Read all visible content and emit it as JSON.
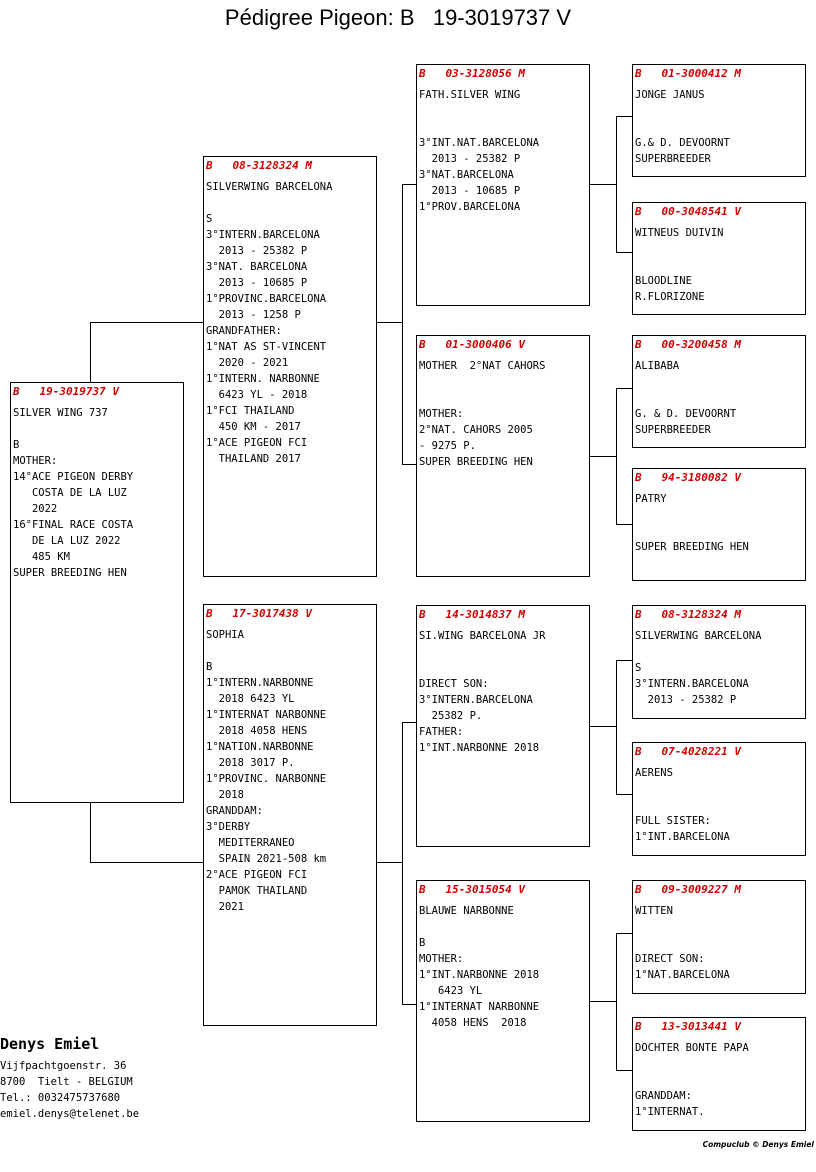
{
  "title": "Pédigree Pigeon: B   19-3019737 V",
  "boxes": {
    "subject": {
      "header": "B   19-3019737 V",
      "body": "SILVER WING 737\n\nB\nMOTHER:\n14°ACE PIGEON DERBY\n   COSTA DE LA LUZ\n   2022\n16°FINAL RACE COSTA\n   DE LA LUZ 2022\n   485 KM\nSUPER BREEDING HEN"
    },
    "sire": {
      "header": "B   08-3128324 M",
      "body": "SILVERWING BARCELONA\n\nS\n3°INTERN.BARCELONA\n  2013 - 25382 P\n3°NAT. BARCELONA\n  2013 - 10685 P\n1°PROVINC.BARCELONA\n  2013 - 1258 P\nGRANDFATHER:\n1°NAT AS ST-VINCENT\n  2020 - 2021\n1°INTERN. NARBONNE\n  6423 YL - 2018\n1°FCI THAILAND\n  450 KM - 2017\n1°ACE PIGEON FCI\n  THAILAND 2017"
    },
    "dam": {
      "header": "B   17-3017438 V",
      "body": "SOPHIA\n\nB\n1°INTERN.NARBONNE\n  2018 6423 YL\n1°INTERNAT NARBONNE\n  2018 4058 HENS\n1°NATION.NARBONNE\n  2018 3017 P.\n1°PROVINC. NARBONNE\n  2018\nGRANDDAM:\n3°DERBY\n  MEDITERRANEO\n  SPAIN 2021-508 km\n2°ACE PIGEON FCI\n  PAMOK THAILAND\n  2021"
    },
    "ss": {
      "header": "B   03-3128056 M",
      "body": "FATH.SILVER WING\n\n\n3°INT.NAT.BARCELONA\n  2013 - 25382 P\n3°NAT.BARCELONA\n  2013 - 10685 P\n1°PROV.BARCELONA"
    },
    "sd": {
      "header": "B   01-3000406 V",
      "body": "MOTHER  2°NAT CAHORS\n\n\nMOTHER:\n2°NAT. CAHORS 2005\n- 9275 P.\nSUPER BREEDING HEN"
    },
    "ds": {
      "header": "B   14-3014837 M",
      "body": "SI.WING BARCELONA JR\n\n\nDIRECT SON:\n3°INTERN.BARCELONA\n  25382 P.\nFATHER:\n1°INT.NARBONNE 2018"
    },
    "dd": {
      "header": "B   15-3015054 V",
      "body": "BLAUWE NARBONNE\n\nB\nMOTHER:\n1°INT.NARBONNE 2018\n   6423 YL\n1°INTERNAT NARBONNE\n  4058 HENS  2018"
    },
    "sss": {
      "header": "B   01-3000412 M",
      "body": "JONGE JANUS\n\n\nG.& D. DEVOORNT\nSUPERBREEDER"
    },
    "ssd": {
      "header": "B   00-3048541 V",
      "body": "WITNEUS DUIVIN\n\n\nBLOODLINE\nR.FLORIZONE"
    },
    "sds": {
      "header": "B   00-3200458 M",
      "body": "ALIBABA\n\n\nG. & D. DEVOORNT\nSUPERBREEDER"
    },
    "sdd": {
      "header": "B   94-3180082 V",
      "body": "PATRY\n\n\nSUPER BREEDING HEN"
    },
    "dss": {
      "header": "B   08-3128324 M",
      "body": "SILVERWING BARCELONA\n\nS\n3°INTERN.BARCELONA\n  2013 - 25382 P"
    },
    "dsd": {
      "header": "B   07-4028221 V",
      "body": "AERENS\n\n\nFULL SISTER:\n1°INT.BARCELONA"
    },
    "dds": {
      "header": "B   09-3009227 M",
      "body": "WITTEN\n\n\nDIRECT SON:\n1°NAT.BARCELONA"
    },
    "ddd": {
      "header": "B   13-3013441 V",
      "body": "DOCHTER BONTE PAPA\n\n\nGRANDDAM:\n1°INTERNAT."
    }
  },
  "owner": {
    "name": "Denys Emiel",
    "address": "Vijfpachtgoenstr. 36\n8700  Tielt - BELGIUM\nTel.: 0032475737680\nemiel.denys@telenet.be"
  },
  "footer": "Compuclub © Denys Emiel",
  "colors": {
    "ring_number": "#d00000",
    "border": "#000000"
  }
}
